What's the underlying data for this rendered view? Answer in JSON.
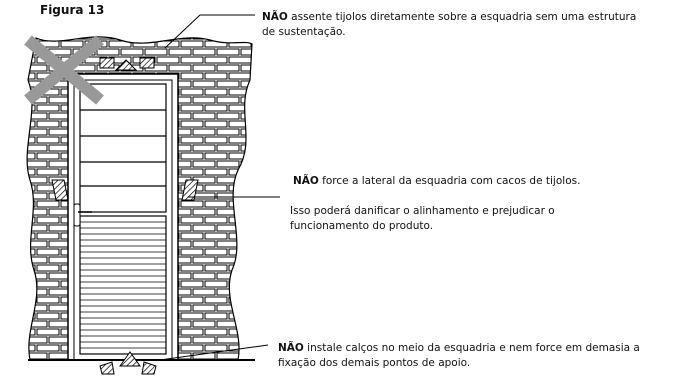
{
  "figure": {
    "label": "Figura 13"
  },
  "notes": [
    {
      "bold": "NÃO",
      "text": " assente tijolos diretamente sobre a esquadria sem uma estrutura de sustentação."
    },
    {
      "bold": "NÃO",
      "text": " force a lateral da esquadria com cacos de tijolos."
    },
    {
      "bold": "",
      "text": "Isso poderá danificar o alinhamento e prejudicar o funcionamento do produto."
    },
    {
      "bold": "NÃO",
      "text": " instale calços no meio da esquadria e nem force em demasia a fixação dos demais pontos de apoio."
    }
  ]
}
